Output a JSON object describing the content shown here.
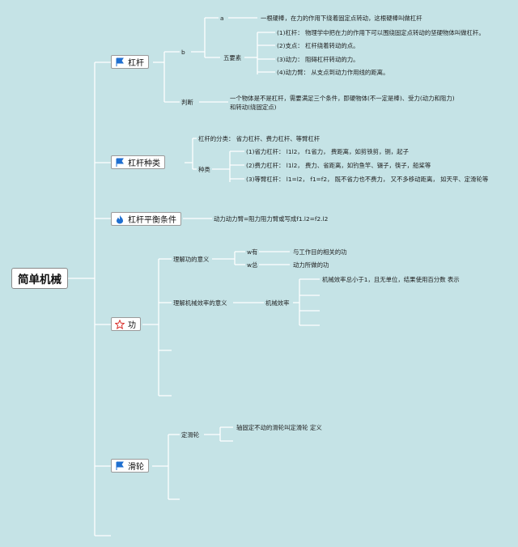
{
  "root": {
    "label": "简单机械"
  },
  "branches": {
    "lever": {
      "label": "杠杆",
      "icon": "flag-icon",
      "define_key": "a",
      "define_text": "一根硬棒，在力的作用下绕着固定点转动，这根硬棒叫做杠杆",
      "five_label": "五要素",
      "b_key": "b",
      "elements": [
        "(1)杠杆：  物理学中把在力的作用下可以围绕固定点转动的坚硬物体叫做杠杆。",
        "(2)支点：  杠杆绕着转动的点。",
        "(3)动力：  阻碍杠杆转动的力。",
        "(4)动力臂：  从支点到动力作用线的距离。"
      ],
      "judge_label": "判断",
      "judge_text": "一个物体是不是杠杆，需要满足三个条件，即硬物体(不一定是棒)、受力(动力和阻力)和转动(绕固定点)"
    },
    "types": {
      "label": "杠杆种类",
      "icon": "flag-icon",
      "classify": "杠杆的分类：  省力杠杆、费力杠杆、等臂杠杆",
      "kind_label": "种类",
      "kinds": [
        "(1)省力杠杆：  l1l2，  f1省力，  费距离，如剪铁剪，铡，起子",
        "(2)费力杠杆：  l1l2，  费力、省距离，如钓鱼竿、镊子，筷子，船桨等",
        "(3)等臂杠杆：  l1=l2，  f1=f2，  既不省力也不费力，  又不多移动距离，  如天平、定滑轮等"
      ]
    },
    "balance": {
      "label": "杠杆平衡条件",
      "icon": "flame-icon",
      "text": "动力动力臂=阻力阻力臂或写成f1.l2=f2.l2"
    },
    "work": {
      "label": "功",
      "icon": "star-icon",
      "understand_label": "理解功的意义",
      "w_useful": "w有",
      "w_useful_text": "与工作目的相关的功",
      "w_total": "w总",
      "w_total_text": "动力所做的功",
      "eff_label": "理解机械效率的意义",
      "eff_sub": "机械效率",
      "eff_text": "机械效率总小于1，且无单位，结果使用百分数 表示"
    },
    "pulley": {
      "label": "滑轮",
      "icon": "flag-icon",
      "fixed_label": "定滑轮",
      "fixed_text": "轴固定不动的滑轮叫定滑轮 定义"
    }
  },
  "colors": {
    "background": "#c5e3e6",
    "line": "#ffffff",
    "flag": "#1f6fd0",
    "flame": "#1f6fd0",
    "star": "#d9302c"
  }
}
